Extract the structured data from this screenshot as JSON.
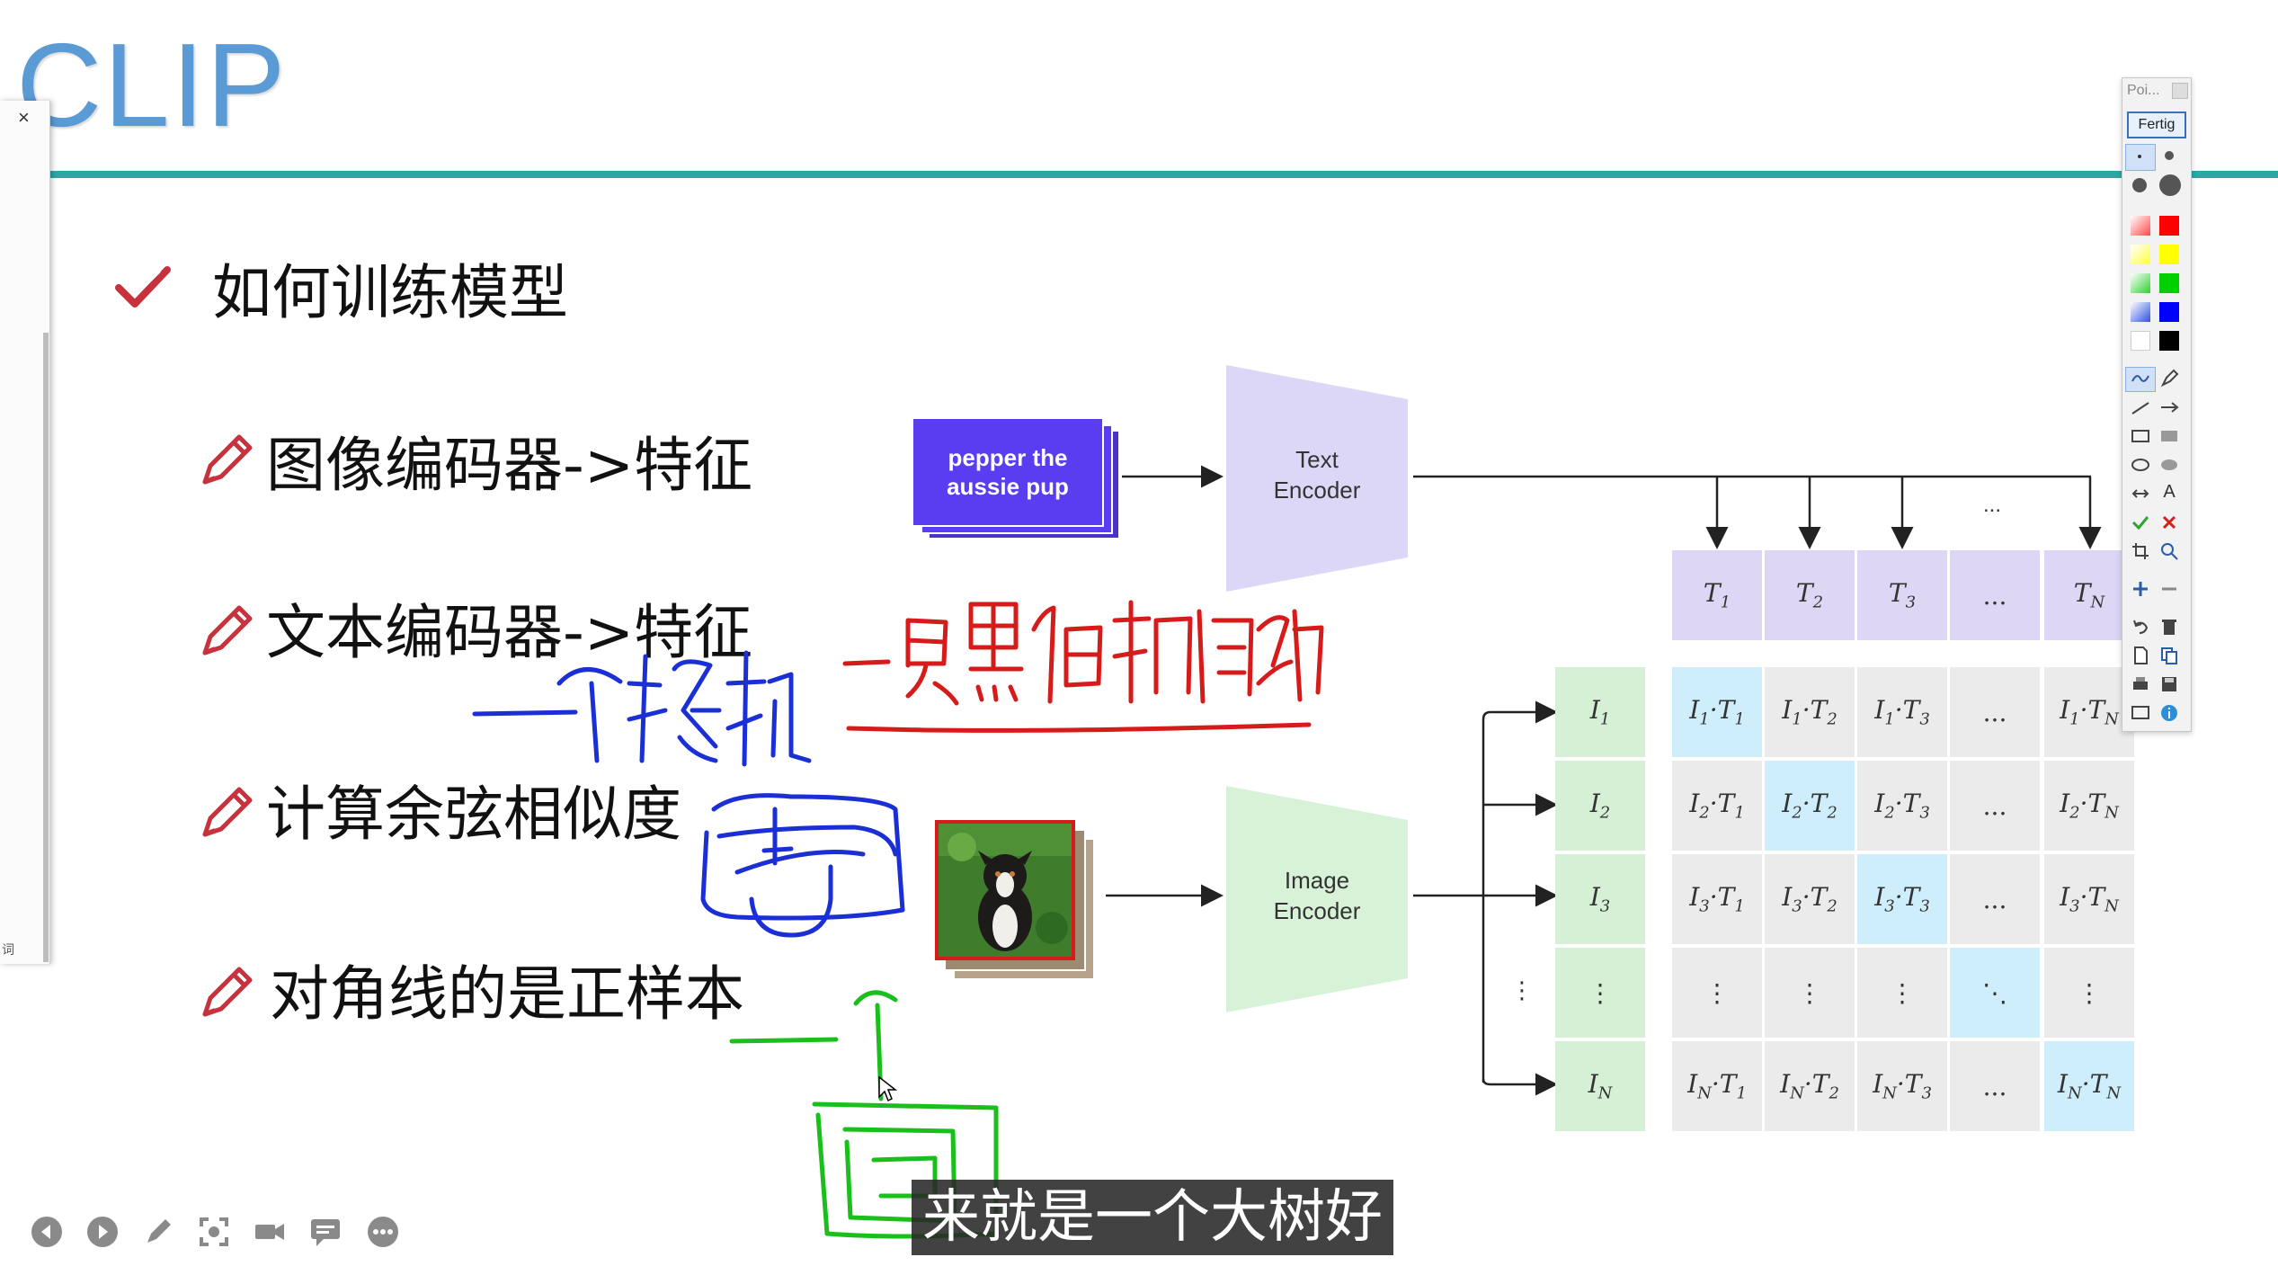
{
  "slide": {
    "title": "CLIP",
    "heading": "如何训练模型",
    "bullets": [
      "图像编码器->特征",
      "文本编码器->特征",
      "计算余弦相似度",
      "对角线的是正样本"
    ]
  },
  "diagram": {
    "text_card": "pepper the\naussie pup",
    "text_encoder": "Text\nEncoder",
    "image_encoder": "Image\nEncoder",
    "ellipsis": "...",
    "vdots": "⋮",
    "ddots": "⋱",
    "t_labels": [
      "T1",
      "T2",
      "T3",
      "...",
      "TN"
    ],
    "i_labels": [
      "I1",
      "I2",
      "I3",
      "⋮",
      "IN"
    ],
    "colors": {
      "text_card": "#5a3df0",
      "text_encoder": "#dcd6f7",
      "image_encoder": "#d8f2d8",
      "t_header": "#ddd6f5",
      "i_header": "#d6f0d6",
      "diag": "#cfeefc",
      "cell": "#ebebeb"
    }
  },
  "annotations": {
    "handwriting_blue": "一个拖拉机",
    "handwriting_red": "一只黑白相间的狗",
    "handwriting_green": "一个",
    "colors": {
      "blue": "#1b2fd6",
      "red": "#d61b1b",
      "green": "#1bbf1b"
    }
  },
  "subtitle": "来就是一个大树好",
  "side_panel": {
    "close_label": "×",
    "text": "词"
  },
  "pen_toolbar": {
    "title": "Poi...",
    "done_button": "Fertig",
    "text_tool": "A"
  },
  "player_controls": [
    "prev-icon",
    "next-icon",
    "pen-icon",
    "screenshot-icon",
    "camera-icon",
    "comment-icon",
    "more-icon"
  ]
}
